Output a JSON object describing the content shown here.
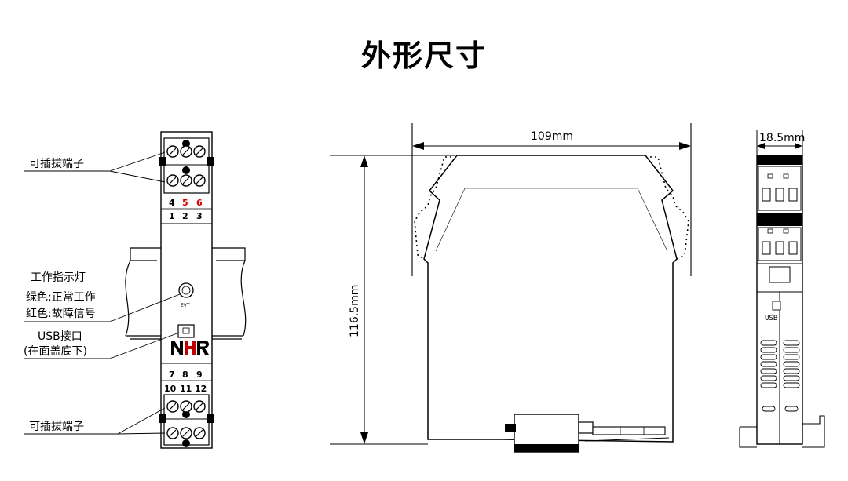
{
  "title": "外形尺寸",
  "front_view": {
    "callouts": {
      "plug_terminal_top": "可插拔端子",
      "indicator_line1": "工作指示灯",
      "indicator_line2": "绿色:正常工作",
      "indicator_line3": "红色:故障信号",
      "usb_line1": "USB接口",
      "usb_line2": "(在面盖底下)",
      "plug_terminal_bottom": "可插拔端子"
    },
    "terminals_top_row1": [
      "4",
      "5",
      "6"
    ],
    "terminals_top_row2": [
      "1",
      "2",
      "3"
    ],
    "terminals_bottom_row1": [
      "7",
      "8",
      "9"
    ],
    "terminals_bottom_row2": [
      "10",
      "11",
      "12"
    ],
    "led_label": "EVT",
    "logo": "NHR",
    "highlight_color": "#d00000"
  },
  "side_view": {
    "width_dim": "109mm",
    "height_dim": "116.5mm"
  },
  "end_view": {
    "width_dim": "18.5mm",
    "usb_label": "USB"
  }
}
